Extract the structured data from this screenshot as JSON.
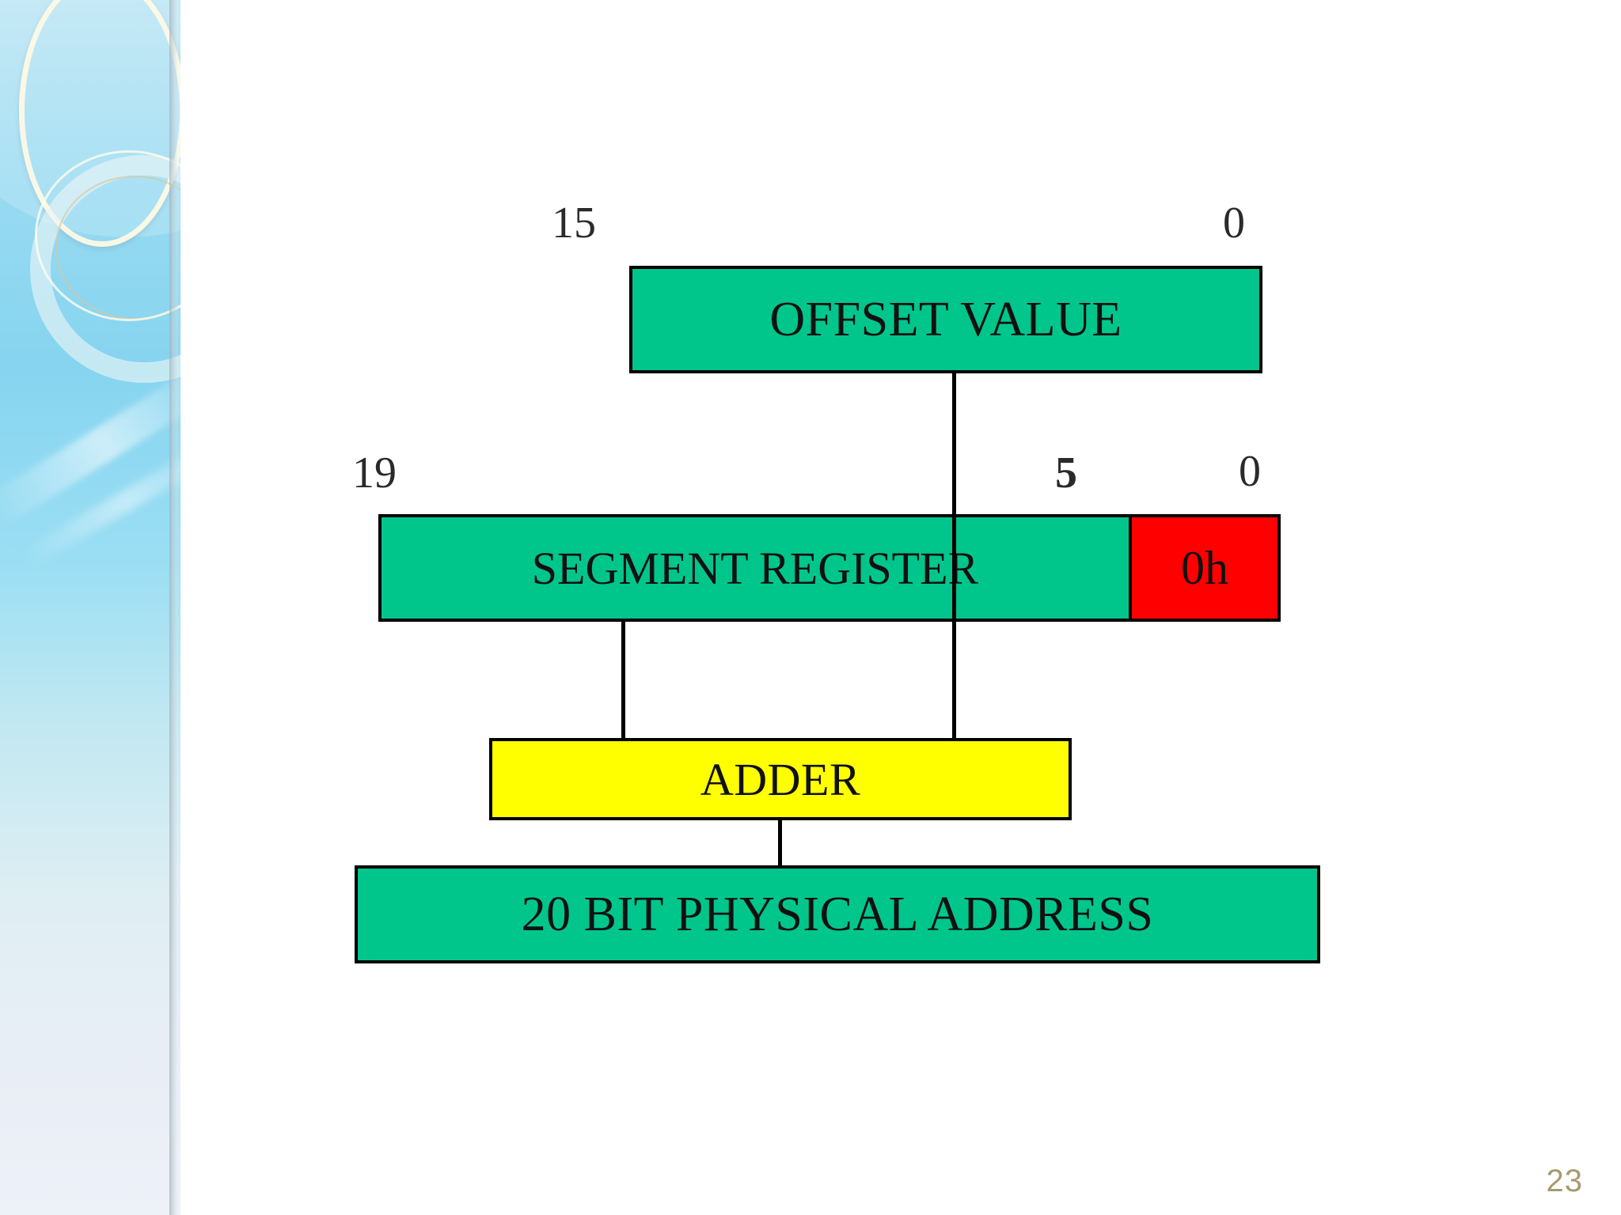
{
  "slide": {
    "page_number": "23",
    "page_number_color": "#a79a6f",
    "background_color": "#ffffff"
  },
  "sidebar": {
    "decoration_name": "powerpoint-template-rings",
    "gradient_top_color": "#b9e4f3",
    "gradient_bottom_color": "#edf1f8",
    "ring_color": "#fffae4"
  },
  "diagram": {
    "title": "segment-offset-to-physical-address",
    "colors": {
      "green": "#00C68C",
      "red": "#FF0000",
      "yellow": "#FFFF00",
      "outline": "#000000"
    },
    "boxes": {
      "offset": {
        "label": "OFFSET VALUE",
        "fill": "#00C68C",
        "msb_label": "15",
        "lsb_label": "0"
      },
      "segment": {
        "label": "SEGMENT REGISTER",
        "fill": "#00C68C",
        "msb_label": "19",
        "lsb_label": "5"
      },
      "zero_nibble": {
        "label": "0h",
        "fill": "#FF0000",
        "lsb_label": "0"
      },
      "adder": {
        "label": "ADDER",
        "fill": "#FFFF00"
      },
      "physical_address": {
        "label": "20 BIT PHYSICAL ADDRESS",
        "fill": "#00C68C"
      }
    },
    "connectors": [
      {
        "from": "offset",
        "to": "adder"
      },
      {
        "from": "segment",
        "to": "adder"
      },
      {
        "from": "adder",
        "to": "physical_address"
      }
    ]
  }
}
